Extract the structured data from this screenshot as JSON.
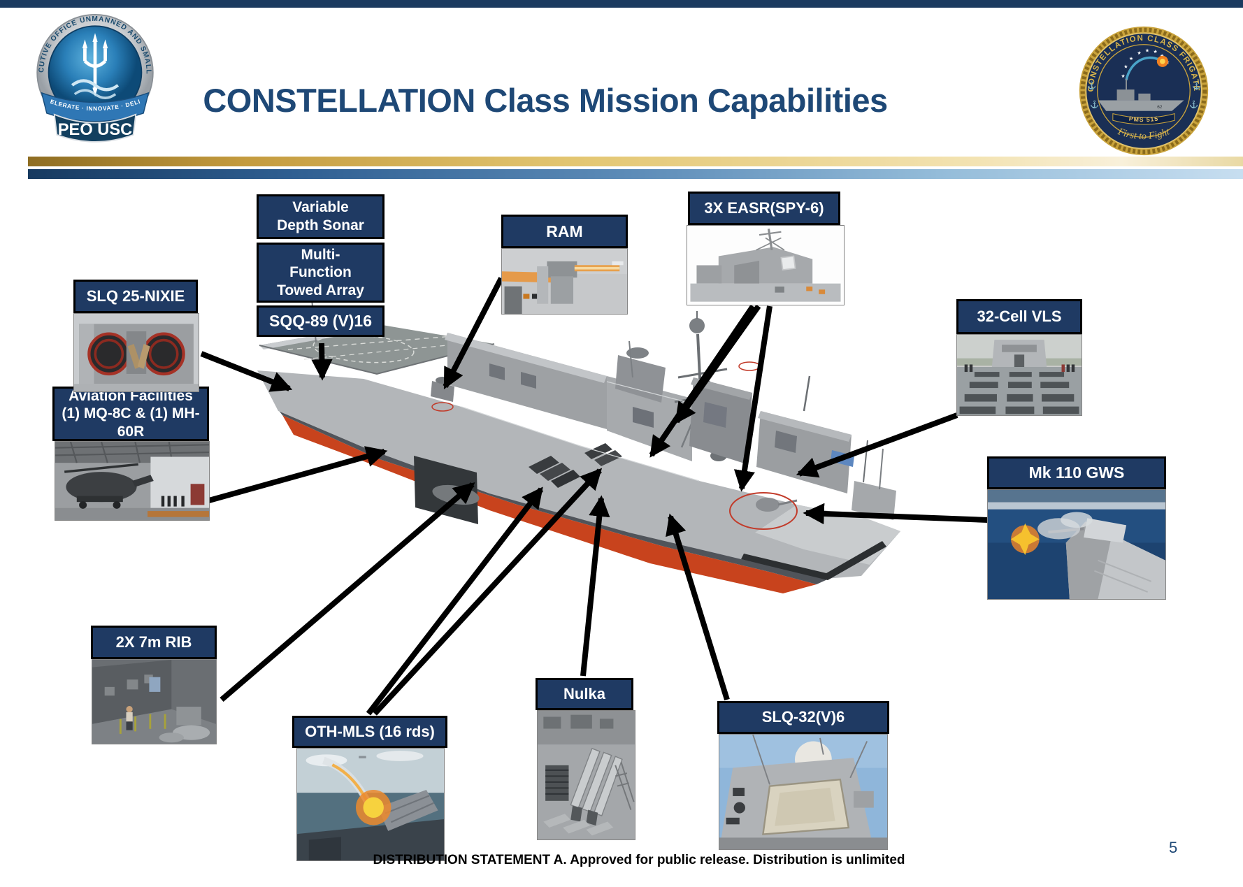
{
  "header": {
    "title": "CONSTELLATION Class Mission Capabilities",
    "peo_logo": {
      "ring_text": "PROGRAM EXECUTIVE OFFICE UNMANNED AND SMALL COMBATANTS",
      "banner_text": "ACCELERATE · INNOVATE · DELIVER",
      "org_name": "PEO USC"
    },
    "program_seal": {
      "ring_text": "CONSTELLATION CLASS FRIGATE",
      "office": "PMS 515",
      "motto": "First to Fight",
      "hull_number": "62"
    }
  },
  "callouts": {
    "variable_depth_sonar": "Variable Depth Sonar",
    "towed_array": "Multi-Function Towed Array",
    "sqq89": "SQQ-89 (V)16",
    "slq25": "SLQ 25-NIXIE",
    "ram": "RAM",
    "easr": "3X EASR(SPY-6)",
    "vls": "32-Cell VLS",
    "mk110": "Mk 110 GWS",
    "aviation": "Aviation Facilities (1) MQ-8C & (1) MH-60R",
    "rib": "2X 7m RIB",
    "oth_mls": "OTH-MLS (16 rds)",
    "nulka": "Nulka",
    "slq32": "SLQ-32(V)6"
  },
  "footer": {
    "distribution_statement": "DISTRIBUTION STATEMENT A.  Approved for public release. Distribution is unlimited",
    "page_number": "5"
  },
  "colors": {
    "title_navy": "#1e4876",
    "callout_navy": "#1f3a63",
    "gold_bar": "#c9a34a",
    "blue_bar": "#4f7fae",
    "arrow_black": "#000000",
    "highlight_red": "#c23b2a"
  }
}
